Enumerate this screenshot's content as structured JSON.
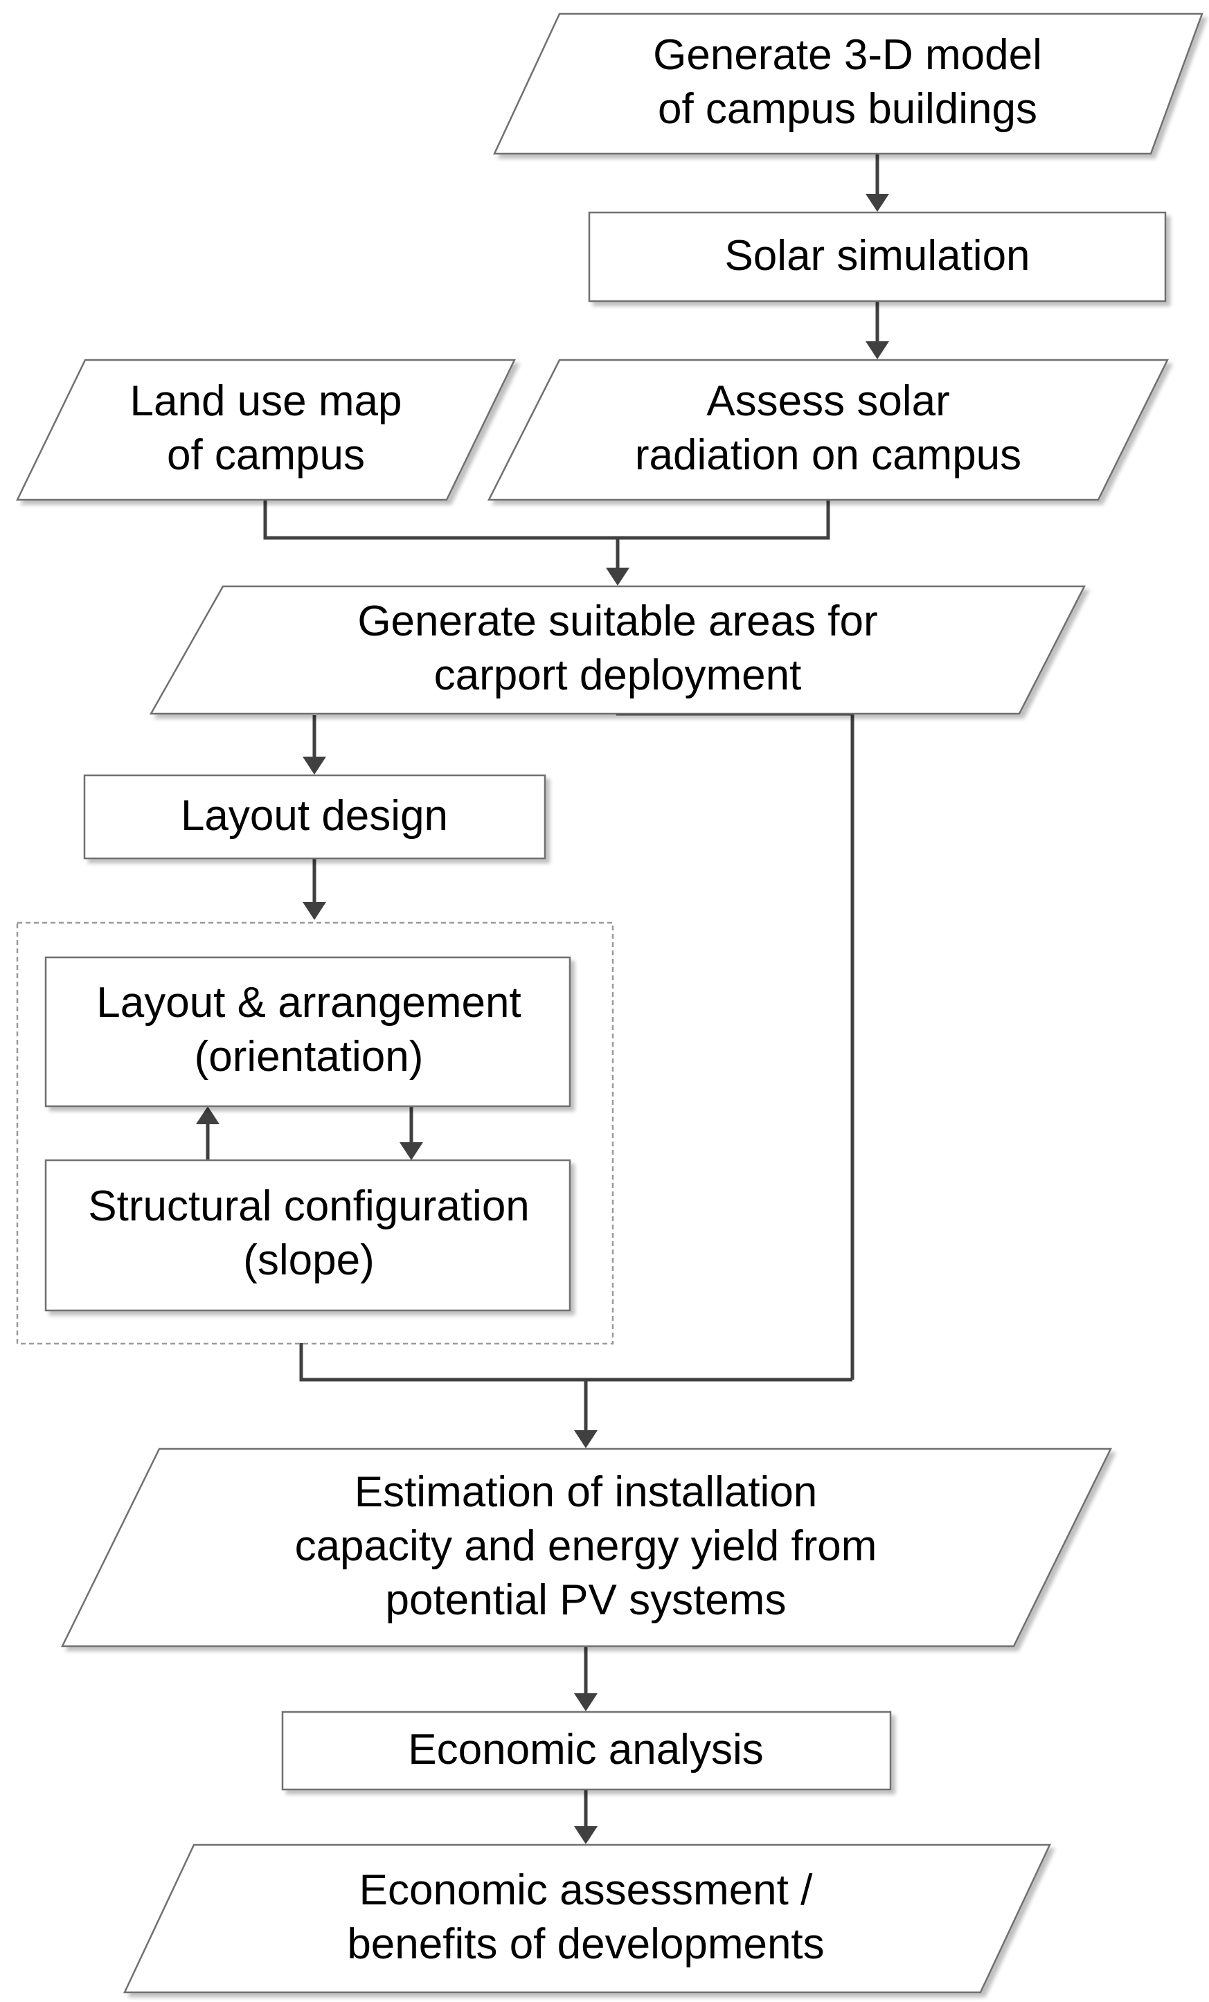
{
  "diagram": {
    "nodes": {
      "generate_3d_model": {
        "line1": "Generate 3-D model",
        "line2": "of campus buildings"
      },
      "solar_simulation": {
        "line1": "Solar simulation"
      },
      "land_use_map": {
        "line1": "Land use map",
        "line2": "of campus"
      },
      "assess_solar": {
        "line1": "Assess solar",
        "line2": "radiation on campus"
      },
      "suitable_areas": {
        "line1": "Generate suitable areas for",
        "line2": "carport deployment"
      },
      "layout_design": {
        "line1": "Layout design"
      },
      "layout_arrangement": {
        "line1": "Layout & arrangement",
        "line2": "(orientation)"
      },
      "structural_config": {
        "line1": "Structural configuration",
        "line2": "(slope)"
      },
      "estimation": {
        "line1": "Estimation of installation",
        "line2": "capacity and energy yield from",
        "line3": "potential PV systems"
      },
      "economic_analysis": {
        "line1": "Economic analysis"
      },
      "economic_assessment": {
        "line1": "Economic assessment /",
        "line2": "benefits of developments"
      }
    }
  }
}
